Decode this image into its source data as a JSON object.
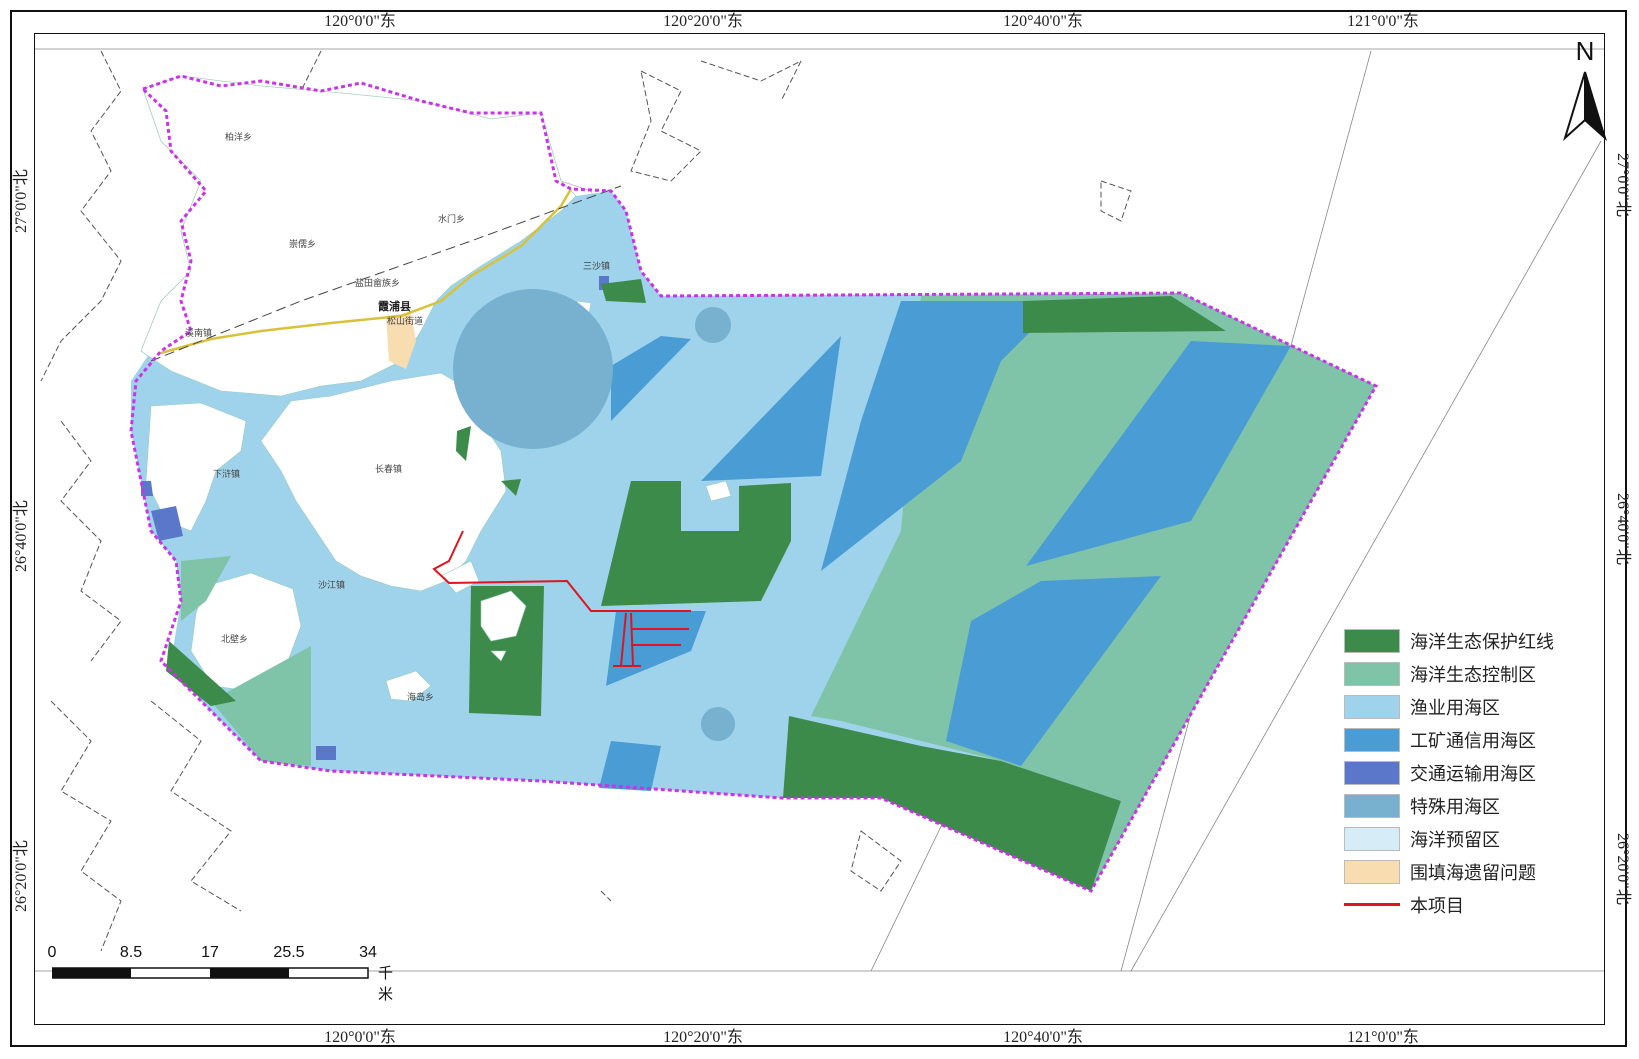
{
  "map": {
    "coords": {
      "top": [
        "120°0'0\"东",
        "120°20'0\"东",
        "120°40'0\"东",
        "121°0'0\"东"
      ],
      "bottom": [
        "120°0'0\"东",
        "120°20'0\"东",
        "120°40'0\"东",
        "121°0'0\"东"
      ],
      "left": [
        "27°0'0\"北",
        "26°40'0\"北",
        "26°20'0\"北"
      ],
      "right": [
        "27°0'0\"北",
        "26°40'0\"北",
        "26°20'0\"北"
      ]
    },
    "north_label": "N",
    "legend": [
      {
        "label": "海洋生态保护红线",
        "color": "#3d8b4a"
      },
      {
        "label": "海洋生态控制区",
        "color": "#7fc4a8"
      },
      {
        "label": "渔业用海区",
        "color": "#9fd3ec"
      },
      {
        "label": "工矿通信用海区",
        "color": "#4a9cd4"
      },
      {
        "label": "交通运输用海区",
        "color": "#5b77c9"
      },
      {
        "label": "特殊用海区",
        "color": "#77b1cf"
      },
      {
        "label": "海洋预留区",
        "color": "#d6ecf7"
      },
      {
        "label": "围填海遗留问题",
        "color": "#f8ddb0"
      },
      {
        "label": "本项目",
        "color": "#e0141e"
      }
    ],
    "scale": {
      "ticks": [
        "0",
        "8.5",
        "17",
        "25.5",
        "34"
      ],
      "unit": "千米"
    },
    "places": {
      "county": "霞浦县",
      "towns": [
        "柏洋乡",
        "水门乡",
        "崇儒乡",
        "盐田畲族乡",
        "松山街道",
        "长春镇",
        "三沙镇",
        "下浒镇",
        "沙江镇",
        "北壁乡",
        "海岛乡",
        "溪南镇"
      ]
    }
  }
}
